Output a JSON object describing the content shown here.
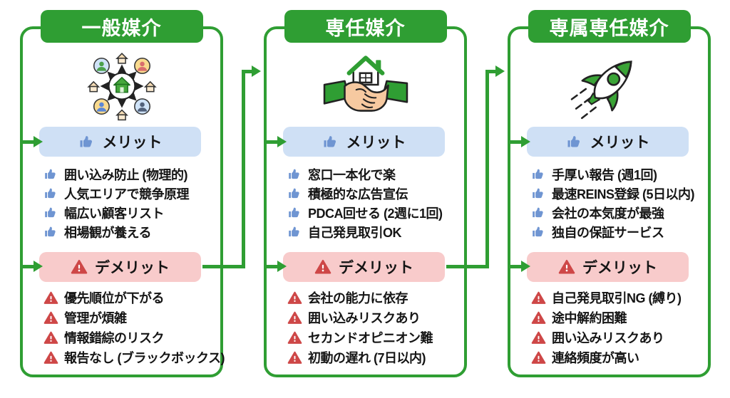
{
  "page": {
    "background": "#ffffff"
  },
  "labels": {
    "merit": "メリット",
    "demerit": "デメリット"
  },
  "colors": {
    "accent_green": "#2f9e33",
    "merit_badge_bg": "#cfe0f5",
    "thumbs_up_blue": "#6f95d2",
    "demerit_badge_bg": "#f8cbcb",
    "warning_red": "#ce4747",
    "text": "#151515",
    "title_text": "#ffffff"
  },
  "icons": {
    "merit_badge_icon": "thumbs-up-icon",
    "demerit_badge_icon": "warning-triangle-icon",
    "column_icons": [
      "network-icon",
      "handshake-house-icon",
      "rocket-icon"
    ]
  },
  "columns": [
    {
      "id": "ippan-baikai",
      "title": "一般媒介",
      "merits": [
        "囲い込み防止 (物理的)",
        "人気エリアで競争原理",
        "幅広い顧客リスト",
        "相場観が養える"
      ],
      "demerits": [
        "優先順位が下がる",
        "管理が煩雑",
        "情報錯綜のリスク",
        "報告なし (ブラックボックス)"
      ]
    },
    {
      "id": "sennin-baikai",
      "title": "専任媒介",
      "merits": [
        "窓口一本化で楽",
        "積極的な広告宣伝",
        "PDCA回せる (2週に1回)",
        "自己発見取引OK"
      ],
      "demerits": [
        "会社の能力に依存",
        "囲い込みリスクあり",
        "セカンドオピニオン難",
        "初動の遅れ (7日以内)"
      ]
    },
    {
      "id": "senzoku-sennin-baikai",
      "title": "専属専任媒介",
      "merits": [
        "手厚い報告 (週1回)",
        "最速REINS登録 (5日以内)",
        "会社の本気度が最強",
        "独自の保証サービス"
      ],
      "demerits": [
        "自己発見取引NG (縛り)",
        "途中解約困難",
        "囲い込みリスクあり",
        "連絡頻度が高い"
      ]
    }
  ]
}
